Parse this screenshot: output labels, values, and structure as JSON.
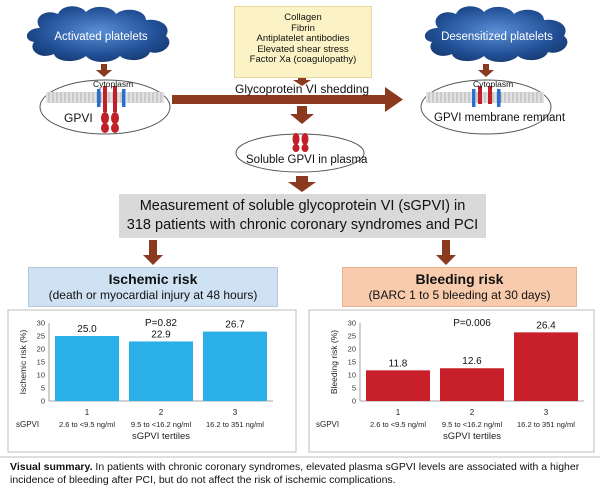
{
  "top": {
    "activated_label": "Activated platelets",
    "desensitized_label": "Desensitized platelets",
    "agents": [
      "Collagen",
      "Fibrin",
      "Antiplatelet antibodies",
      "Elevated shear stress",
      "Factor Xa (coagulopathy)"
    ],
    "cytoplasm_left": "Cytoplasm",
    "cytoplasm_right": "Cytoplasm",
    "gpvi_label": "GPVI",
    "shedding_label": "Glycoprotein VI shedding",
    "remnant_label": "GPVI membrane remnant",
    "soluble_label": "Soluble GPVI in plasma"
  },
  "measurement": {
    "line1": "Measurement of soluble glycoprotein VI (sGPVI) in",
    "line2": "318 patients with chronic coronary syndromes and PCI"
  },
  "ischemic": {
    "title": "Ischemic risk",
    "subtitle": "(death or myocardial injury at 48 hours)",
    "box_color": "#cfe2f3"
  },
  "bleeding": {
    "title": "Bleeding risk",
    "subtitle": "(BARC 1 to 5 bleeding at 30 days)",
    "box_color": "#f9cbad"
  },
  "chart_data": [
    {
      "type": "bar",
      "categories": [
        "1",
        "2",
        "3"
      ],
      "category_ranges": [
        "2.6 to <9.5 ng/ml",
        "9.5 to <16.2 ng/ml",
        "16.2 to 351 ng/ml"
      ],
      "values": [
        25.0,
        22.9,
        26.7
      ],
      "value_labels": [
        "25.0",
        "22.9",
        "26.7"
      ],
      "ylabel": "Ischemic risk (%)",
      "xlabel": "sGPVI tertiles",
      "row_label": "sGPVI",
      "p_value": "P=0.82",
      "ylim": [
        0,
        30
      ],
      "yticks": [
        "0",
        "5",
        "10",
        "15",
        "20",
        "25",
        "30"
      ],
      "color": "#2ab0e6"
    },
    {
      "type": "bar",
      "categories": [
        "1",
        "2",
        "3"
      ],
      "category_ranges": [
        "2.6 to <9.5 ng/ml",
        "9.5 to <16.2 ng/ml",
        "16.2 to 351 ng/ml"
      ],
      "values": [
        11.8,
        12.6,
        26.4
      ],
      "value_labels": [
        "11.8",
        "12.6",
        "26.4"
      ],
      "ylabel": "Bleeding risk (%)",
      "xlabel": "sGPVI tertiles",
      "row_label": "sGPVI",
      "p_value": "P=0.006",
      "ylim": [
        0,
        30
      ],
      "yticks": [
        "0",
        "5",
        "10",
        "15",
        "20",
        "25",
        "30"
      ],
      "color": "#c8202a"
    }
  ],
  "summary": {
    "bold": "Visual summary.",
    "text": " In patients with chronic coronary syndromes, elevated plasma sGPVI levels are associated with a higher incidence of bleeding after PCI, but do not affect the risk of ischemic complications."
  }
}
